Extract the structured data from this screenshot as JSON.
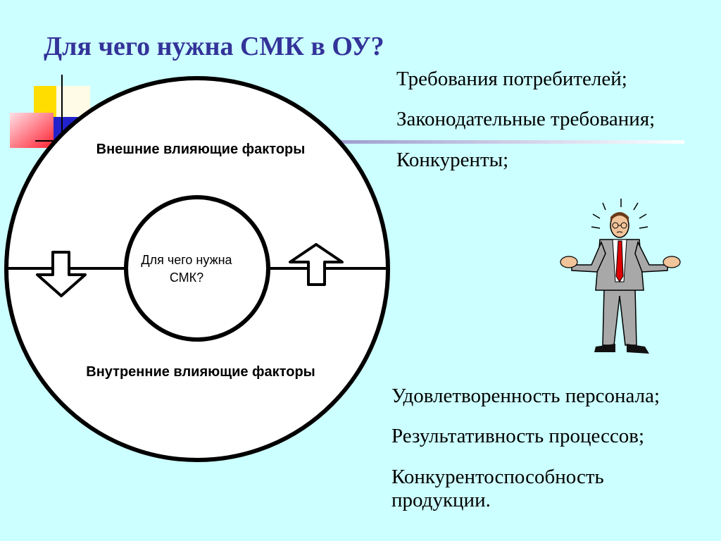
{
  "title": "Для чего нужна СМК в ОУ?",
  "diagram": {
    "outer_top_label": "Внешние влияющие факторы",
    "outer_bottom_label": "Внутренние влияющие факторы",
    "center_label": "Для чего нужна СМК?"
  },
  "external_factors": [
    "Требования потребителей;",
    "Законодательные требования;",
    "Конкуренты;"
  ],
  "internal_factors": [
    "Удовлетворенность персонала;",
    "Результативность процессов;",
    "Конкурентоспособность продукции."
  ],
  "colors": {
    "background": "#ccffff",
    "title": "#333399",
    "deco_yellow": "#ffdd00",
    "deco_blue": "#2222cc",
    "deco_red": "#ff3344",
    "tie": "#dd0000",
    "suit": "#a8a8a8"
  },
  "icons": [
    "confused-man-figure",
    "down-arrow-icon",
    "up-arrow-icon"
  ]
}
